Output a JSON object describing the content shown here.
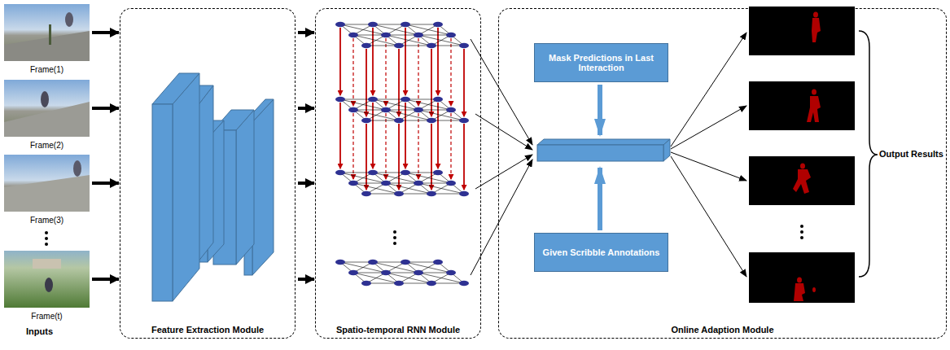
{
  "diagram": {
    "nodes": [
      {
        "text": [
          "Frame(1)"
        ]
      },
      {
        "text": [
          "Frame(2)"
        ]
      },
      {
        "text": [
          "Frame(3)"
        ]
      },
      {
        "text": [
          "Frame(t)"
        ]
      },
      {
        "text": [
          "Feature Extraction Module"
        ]
      },
      {
        "text": [
          "Spatio-temporal RNN Module"
        ]
      },
      {
        "text": [
          "Online Adaption Module"
        ]
      },
      {
        "text": [
          "Mask Predictions in Last Interaction"
        ],
        "in": 6
      },
      {
        "text": [
          "Given Scribble Annotations"
        ],
        "in": 6
      }
    ],
    "edges": [
      {
        "from": 0,
        "to": 4,
        "arrow": "to"
      },
      {
        "from": 1,
        "to": 4,
        "arrow": "to"
      },
      {
        "from": 2,
        "to": 4,
        "arrow": "to"
      },
      {
        "from": 3,
        "to": 4,
        "arrow": "to"
      },
      {
        "from": 4,
        "to": 5,
        "arrow": "to"
      },
      {
        "from": 4,
        "to": 5,
        "arrow": "to"
      },
      {
        "from": 4,
        "to": 5,
        "arrow": "to"
      },
      {
        "from": 4,
        "to": 5,
        "arrow": "to"
      }
    ],
    "labels": [
      "Inputs",
      "Output Results"
    ]
  }
}
